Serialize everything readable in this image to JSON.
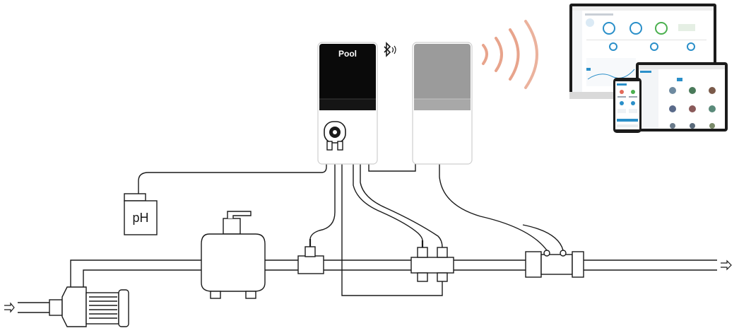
{
  "controller": {
    "brand_label": "Pool",
    "connectivity_icon": "bluetooth-icon"
  },
  "sensor": {
    "label": "pH"
  },
  "flow": {
    "inlet_icon": "arrow-right-icon",
    "outlet_icon": "arrow-right-icon"
  },
  "devices": {
    "wireless_icon": "wifi-waves-icon",
    "desktop_app": "monitor-dashboard",
    "tablet_app": "tablet-dashboard",
    "phone_app": "phone-dashboard"
  },
  "colors": {
    "line": "#1a1a1a",
    "controller_front": "#0a0a0a",
    "gateway_front": "#9b9b9b",
    "signal": "#e8a48c",
    "accent_app": "#2a8fc9"
  }
}
